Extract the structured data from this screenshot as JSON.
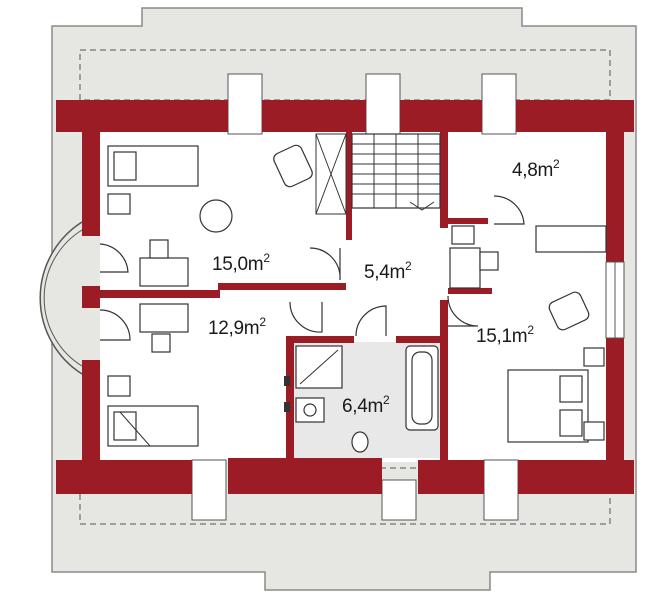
{
  "rooms": {
    "room_a": {
      "area": "15,0m",
      "unit_sup": "2"
    },
    "room_b": {
      "area": "12,9m",
      "unit_sup": "2"
    },
    "hall": {
      "area": "5,4m",
      "unit_sup": "2"
    },
    "bath": {
      "area": "6,4m",
      "unit_sup": "2"
    },
    "room_c": {
      "area": "15,1m",
      "unit_sup": "2"
    },
    "small": {
      "area": "4,8m",
      "unit_sup": "2"
    }
  },
  "colors": {
    "wall": "#9b1c24",
    "roof": "#e6e7e2",
    "roof_stroke": "#888888",
    "floor": "#ffffff",
    "bath_floor": "#e8e8e8"
  }
}
